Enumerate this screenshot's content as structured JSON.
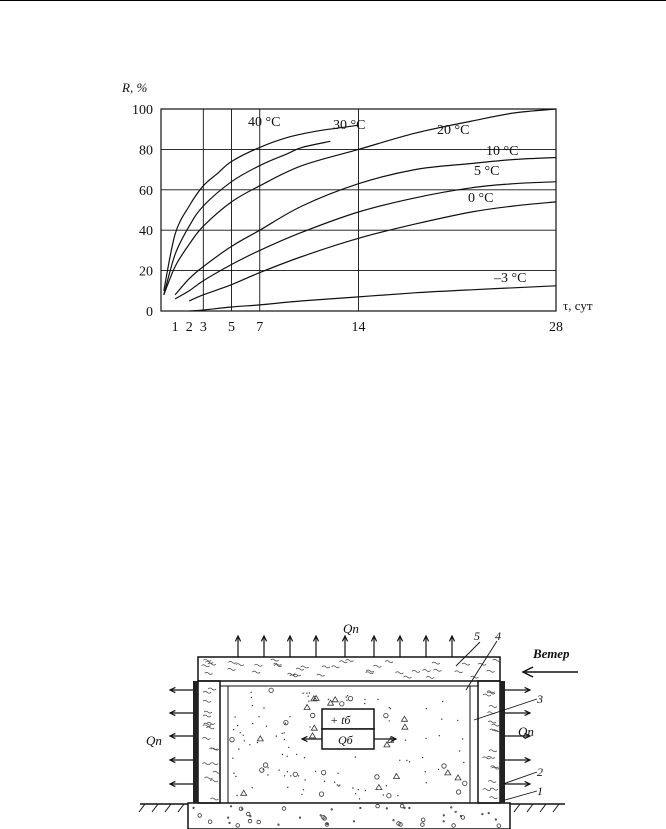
{
  "chart_data": {
    "type": "line",
    "title": "",
    "ylabel": "R, %",
    "xlabel": "τ, сут",
    "xlim": [
      0,
      28
    ],
    "ylim": [
      0,
      100
    ],
    "x_ticks": [
      1,
      2,
      3,
      5,
      7,
      14,
      28
    ],
    "y_ticks": [
      0,
      20,
      40,
      60,
      80,
      100
    ],
    "x_tick_labels": [
      "1",
      "2",
      "3",
      "5",
      "7",
      "14",
      "28"
    ],
    "y_tick_labels": [
      "0",
      "20",
      "40",
      "60",
      "80",
      "100"
    ],
    "grid": true,
    "series": [
      {
        "name": "40 °С",
        "x": [
          0.2,
          1,
          2,
          3,
          4,
          5,
          7,
          9,
          11,
          13,
          14
        ],
        "y": [
          10,
          38,
          52,
          62,
          68,
          74,
          81,
          86,
          89,
          91,
          92
        ]
      },
      {
        "name": "30 °С",
        "x": [
          0.2,
          1,
          2,
          3,
          5,
          7,
          9,
          10,
          12
        ],
        "y": [
          8,
          28,
          42,
          52,
          64,
          72,
          78,
          81,
          84
        ]
      },
      {
        "name": "20 °С",
        "x": [
          0.2,
          1,
          2,
          3,
          5,
          7,
          10,
          14,
          18,
          22,
          25,
          28
        ],
        "y": [
          8,
          22,
          33,
          42,
          54,
          62,
          72,
          80,
          88,
          94,
          98,
          100
        ]
      },
      {
        "name": "10 °С",
        "x": [
          1,
          2,
          3,
          5,
          7,
          10,
          14,
          18,
          22,
          25,
          28
        ],
        "y": [
          8,
          16,
          22,
          32,
          40,
          52,
          63,
          70,
          73,
          75,
          76
        ]
      },
      {
        "name": "5 °С",
        "x": [
          1,
          2,
          3,
          5,
          7,
          10,
          14,
          18,
          22,
          25,
          28
        ],
        "y": [
          6,
          10,
          15,
          23,
          30,
          39,
          49,
          56,
          61,
          63,
          64
        ]
      },
      {
        "name": "0 °С",
        "x": [
          2,
          3,
          5,
          7,
          10,
          14,
          18,
          22,
          25,
          28
        ],
        "y": [
          5,
          8,
          13,
          19,
          27,
          36,
          43,
          49,
          52,
          54
        ]
      },
      {
        "name": "–3 °С",
        "x": [
          2,
          3,
          5,
          7,
          10,
          14,
          18,
          22,
          25,
          28
        ],
        "y": [
          0,
          0.5,
          2,
          3,
          5,
          7,
          9,
          10.5,
          11.5,
          12.5
        ]
      }
    ]
  },
  "diagram": {
    "labels": {
      "q_top": "Qп",
      "q_left": "Qп",
      "q_right": "Qп",
      "wind": "Ветер",
      "temp": "+ tб",
      "q_center": "Qб",
      "n1": "1",
      "n2": "2",
      "n3": "3",
      "n4": "4",
      "n5": "5"
    }
  },
  "colors": {
    "ink": "#111111",
    "background": "#ffffff"
  }
}
